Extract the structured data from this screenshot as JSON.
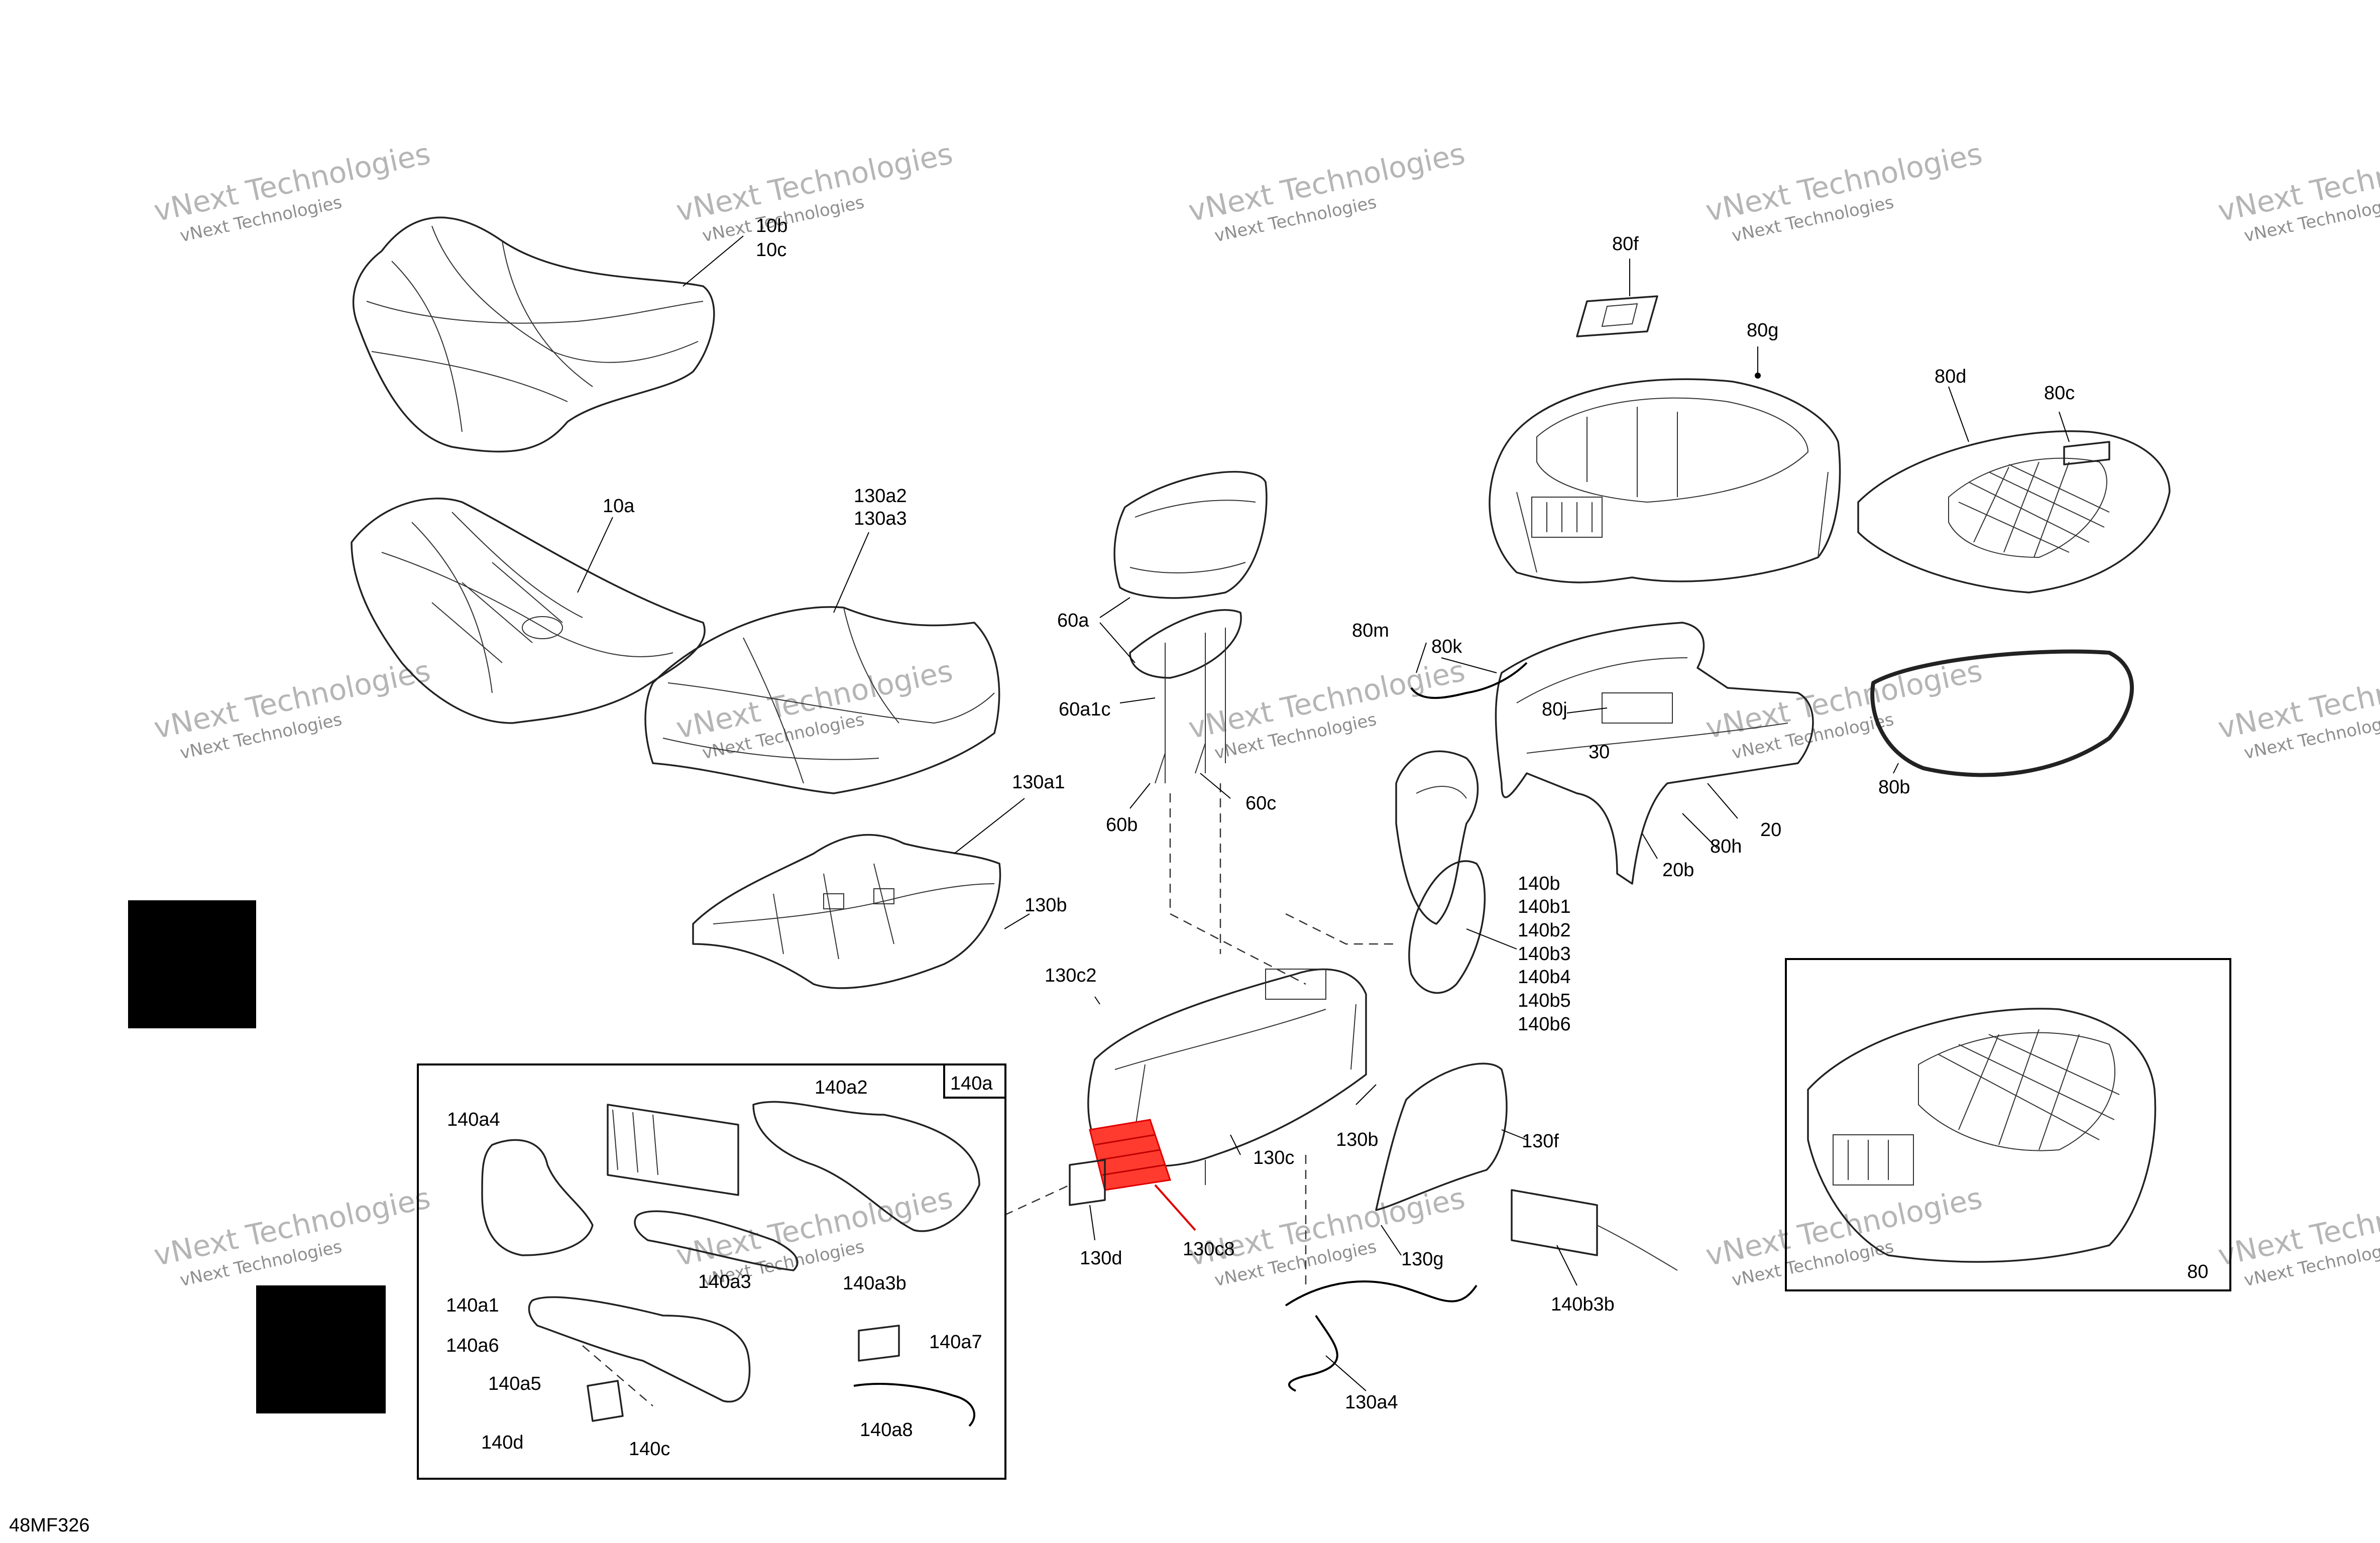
{
  "diagram_code": "48MF326",
  "watermark": {
    "line1": "vNext Technologies",
    "line2": "vNext\nTechnologies"
  },
  "colors": {
    "highlight": "#ff3b2f",
    "ink": "#000000",
    "watermark": "#8e8e8e",
    "tab": "#000000"
  },
  "labels": {
    "l10b": "10b",
    "l10c": "10c",
    "l10a": "10a",
    "l130a2": "130a2",
    "l130a3": "130a3",
    "l130a1": "130a1",
    "l130b_top": "130b",
    "l60a": "60a",
    "l60a1c": "60a1c",
    "l60b": "60b",
    "l60c": "60c",
    "l80f": "80f",
    "l80g": "80g",
    "l80d": "80d",
    "l80c": "80c",
    "l80m": "80m",
    "l80k": "80k",
    "l80j": "80j",
    "l30": "30",
    "l80b": "80b",
    "l20": "20",
    "l80h": "80h",
    "l20b": "20b",
    "l140b": "140b",
    "l140b1": "140b1",
    "l140b2": "140b2",
    "l140b3": "140b3",
    "l140b4": "140b4",
    "l140b5": "140b5",
    "l140b6": "140b6",
    "l130c2": "130c2",
    "l130c": "130c",
    "l130b_mid": "130b",
    "l130f": "130f",
    "l130d": "130d",
    "l130c8": "130c8",
    "l130g": "130g",
    "l140b3b": "140b3b",
    "l130a4": "130a4",
    "l80_box": "80",
    "l140a_box": "140a",
    "l140a4": "140a4",
    "l140a2": "140a2",
    "l140a3": "140a3",
    "l140a3b": "140a3b",
    "l140a1": "140a1",
    "l140a6": "140a6",
    "l140a5": "140a5",
    "l140a7": "140a7",
    "l140a8": "140a8",
    "l140d": "140d",
    "l140c": "140c"
  }
}
